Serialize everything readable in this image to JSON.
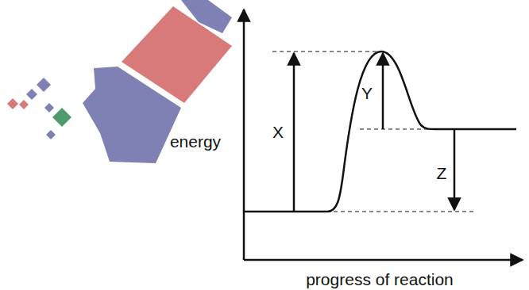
{
  "diagram": {
    "labels": [
      "energy",
      "X",
      "Y",
      "Z",
      "progress of reaction"
    ]
  }
}
